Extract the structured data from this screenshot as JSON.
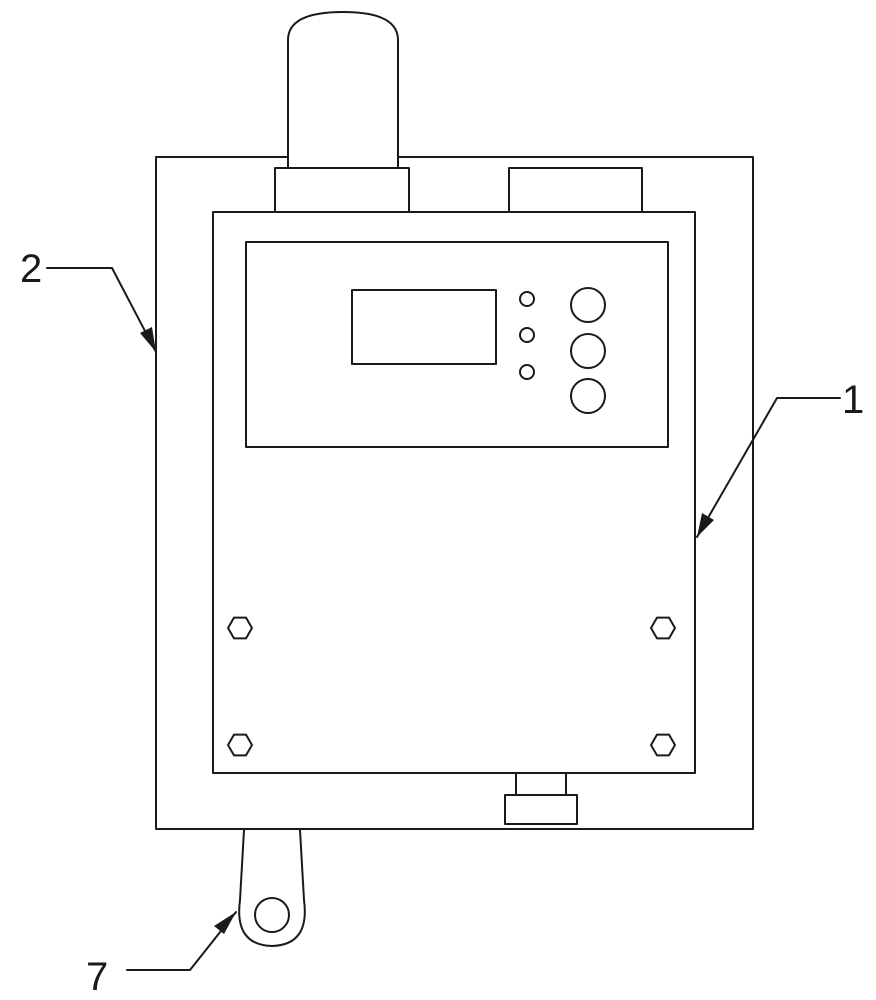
{
  "callouts": {
    "housing_number": "2",
    "panel_number": "1",
    "mount_lug_number": "7"
  }
}
